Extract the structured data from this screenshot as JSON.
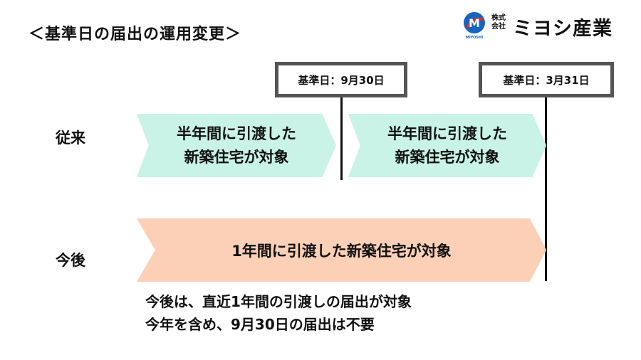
{
  "title": "＜基準日の届出の運用変更＞",
  "logo": {
    "small_text": "株式\n会社",
    "name": "ミヨシ産業",
    "mark_letter": "M",
    "mark_sub": "MIYOSHI",
    "colors": {
      "blue": "#1565c0",
      "red": "#d32f2f"
    }
  },
  "markers": [
    {
      "label": "基準日：9月30日"
    },
    {
      "label": "基準日：3月31日"
    }
  ],
  "rows": {
    "old": {
      "label": "従来",
      "segments": [
        {
          "line1": "半年間に引渡した",
          "line2": "新築住宅が対象"
        },
        {
          "line1": "半年間に引渡した",
          "line2": "新築住宅が対象"
        }
      ]
    },
    "new": {
      "label": "今後",
      "segment": "1年間に引渡した新築住宅が対象"
    }
  },
  "notes": [
    "今後は、直近1年間の引渡しの届出が対象",
    "今年を含め、9月30日の届出は不要"
  ],
  "colors": {
    "old_segment": "#c8f3e6",
    "new_segment": "#fbd0b6",
    "marker_border": "#555555"
  }
}
